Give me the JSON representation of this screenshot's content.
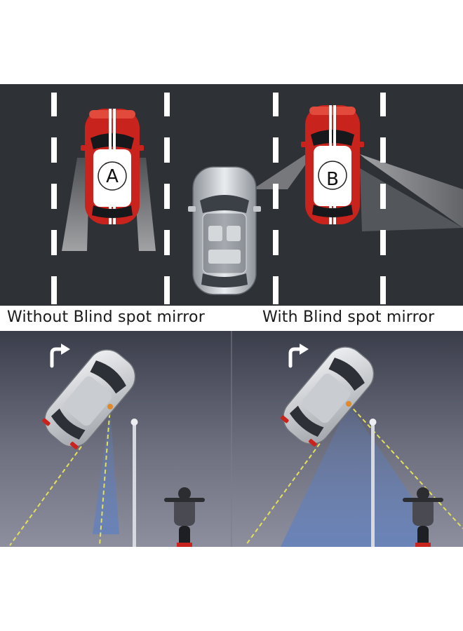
{
  "captions": {
    "without": "Without Blind spot mirror",
    "with": "With Blind spot mirror"
  },
  "car_labels": {
    "a": "A",
    "b": "B"
  },
  "icons": {
    "turn_left_scene": "turn-right-arrow-icon",
    "turn_right_scene": "turn-right-arrow-icon"
  },
  "colors": {
    "road": "#2e3136",
    "lane_marking": "#ffffff",
    "car_red": "#c8231c",
    "sky_gradient_top": "#3a3d4a",
    "sky_gradient_bottom": "#8d8e9e",
    "sight_line": "#e3e05a",
    "view_beam": "#5b7fc4"
  }
}
